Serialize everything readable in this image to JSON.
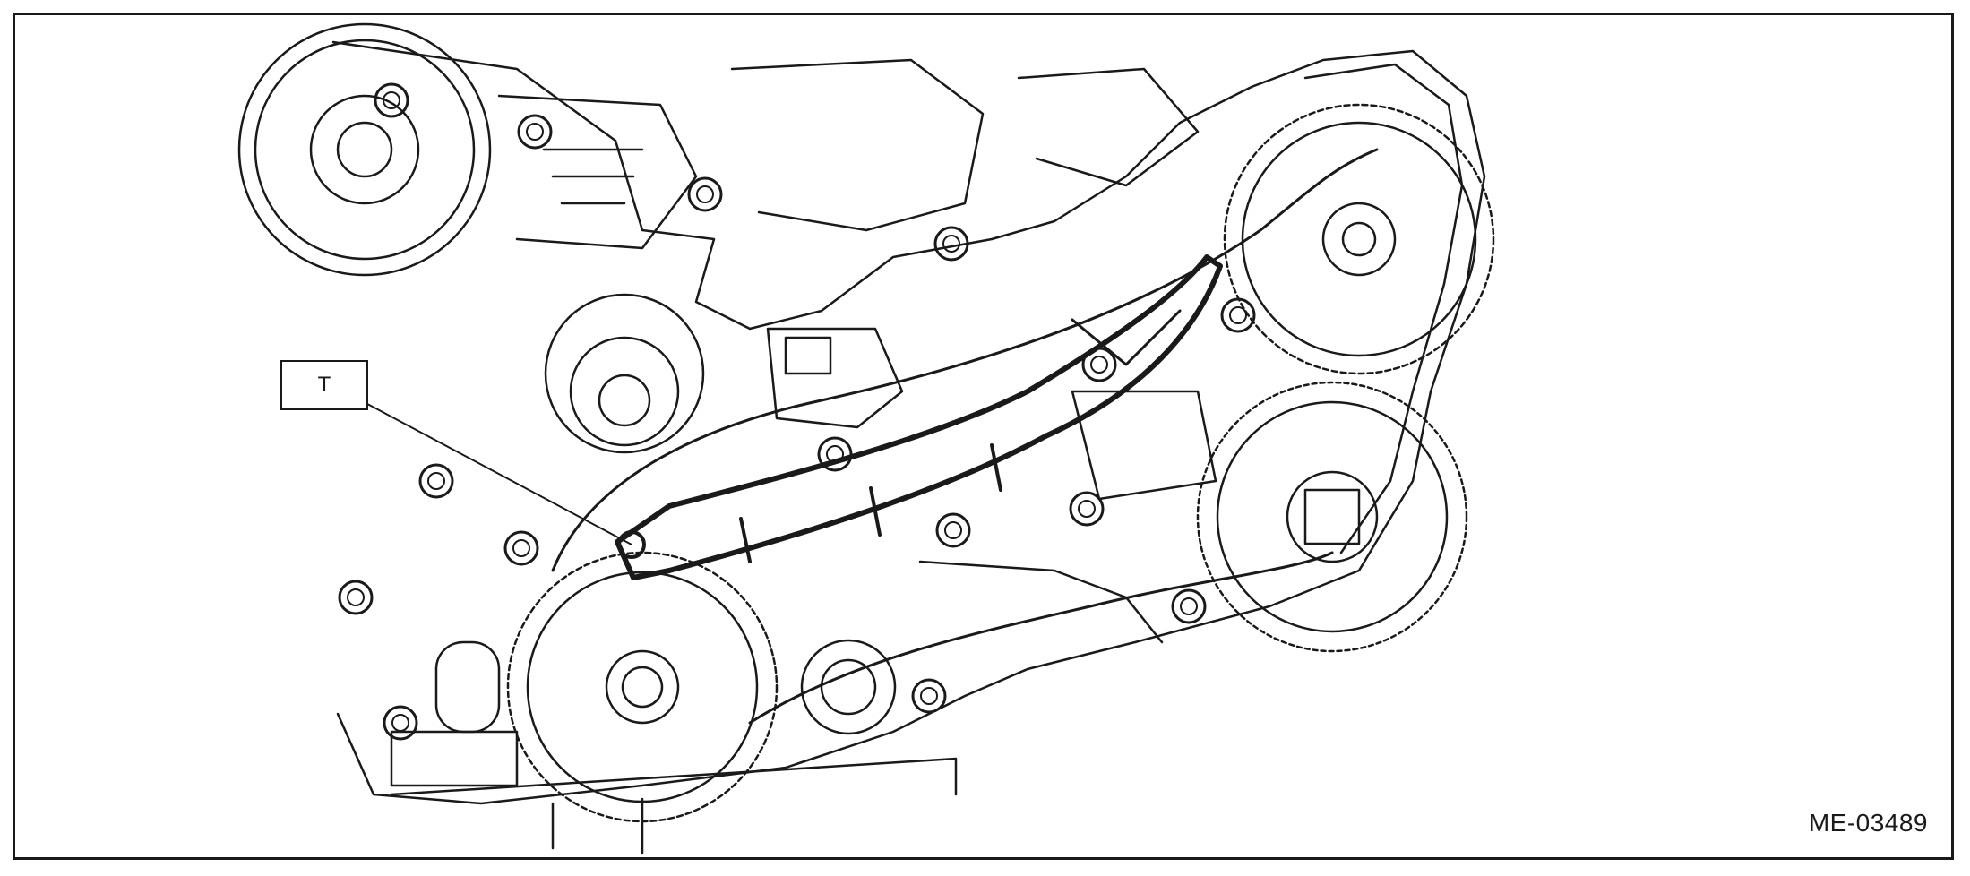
{
  "callout": {
    "label": "T"
  },
  "figure": {
    "code": "ME-03489"
  },
  "parts": {
    "line_icon": "engine-timing-chain-line-art",
    "highlight_icon": "chain-guide-outline"
  },
  "colors": {
    "line": "#1a1a1a",
    "background": "#ffffff"
  }
}
